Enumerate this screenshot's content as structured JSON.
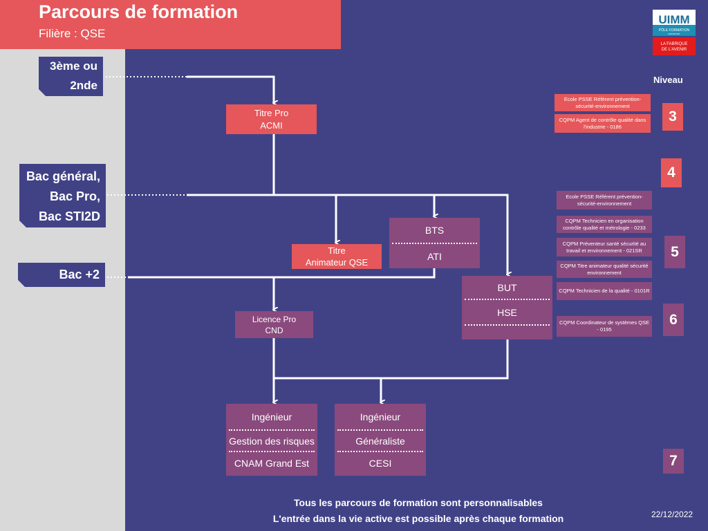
{
  "header": {
    "title": "Parcours de formation",
    "subtitle": "Filière : QSE"
  },
  "logo": {
    "brand": "UIMM",
    "line1": "PÔLE FORMATION",
    "line2": "GRAND EST",
    "tag1": "LA FABRIQUE",
    "tag2": "DE L'AVENIR"
  },
  "entries": {
    "e1": [
      "3ème ou",
      "2nde"
    ],
    "e2": [
      "Bac général,",
      "Bac Pro,",
      "Bac STI2D"
    ],
    "e3": [
      "Bac +2"
    ]
  },
  "boxes": {
    "titre_pro": [
      "Titre Pro",
      "ACMI"
    ],
    "titre_qse": [
      "Titre",
      "Animateur QSE"
    ],
    "bts": [
      "BTS",
      "ATI"
    ],
    "but": [
      "BUT",
      "HSE"
    ],
    "licence": [
      "Licence Pro",
      "CND"
    ],
    "ing1": [
      "Ingénieur",
      "Gestion des risques",
      "CNAM Grand Est"
    ],
    "ing2": [
      "Ingénieur",
      "Généraliste",
      "CESI"
    ]
  },
  "niveau": {
    "label": "Niveau",
    "levels": [
      "3",
      "4",
      "5",
      "6",
      "7"
    ]
  },
  "qualifications": [
    "Ecole PSSE Référent prévention-sécurité-environnement",
    "CQPM Agent de contrôle qualité dans l'industrie - 0186",
    "Ecole PSSE Référent prévention-sécurité-environnement",
    "CQPM Technicien en organisation contrôle qualité et métrologie - 0233",
    "CQPM Préventeur santé sécurité au travail et environnement - 021SR",
    "CQPM Titre animateur qualité sécurité environnement",
    "CQPM Technicien de la qualité - 0101R",
    "CQPM Coordinateur de systèmes QSE - 0195"
  ],
  "footer": {
    "line1": "Tous les parcours de formation sont personnalisables",
    "line2": "L'entrée dans la vie active est possible après chaque formation"
  },
  "date": "22/12/2022",
  "colors": {
    "background": "#414286",
    "panel": "#d9d9d9",
    "red": "#e5575a",
    "magenta": "#8a4a7d"
  }
}
